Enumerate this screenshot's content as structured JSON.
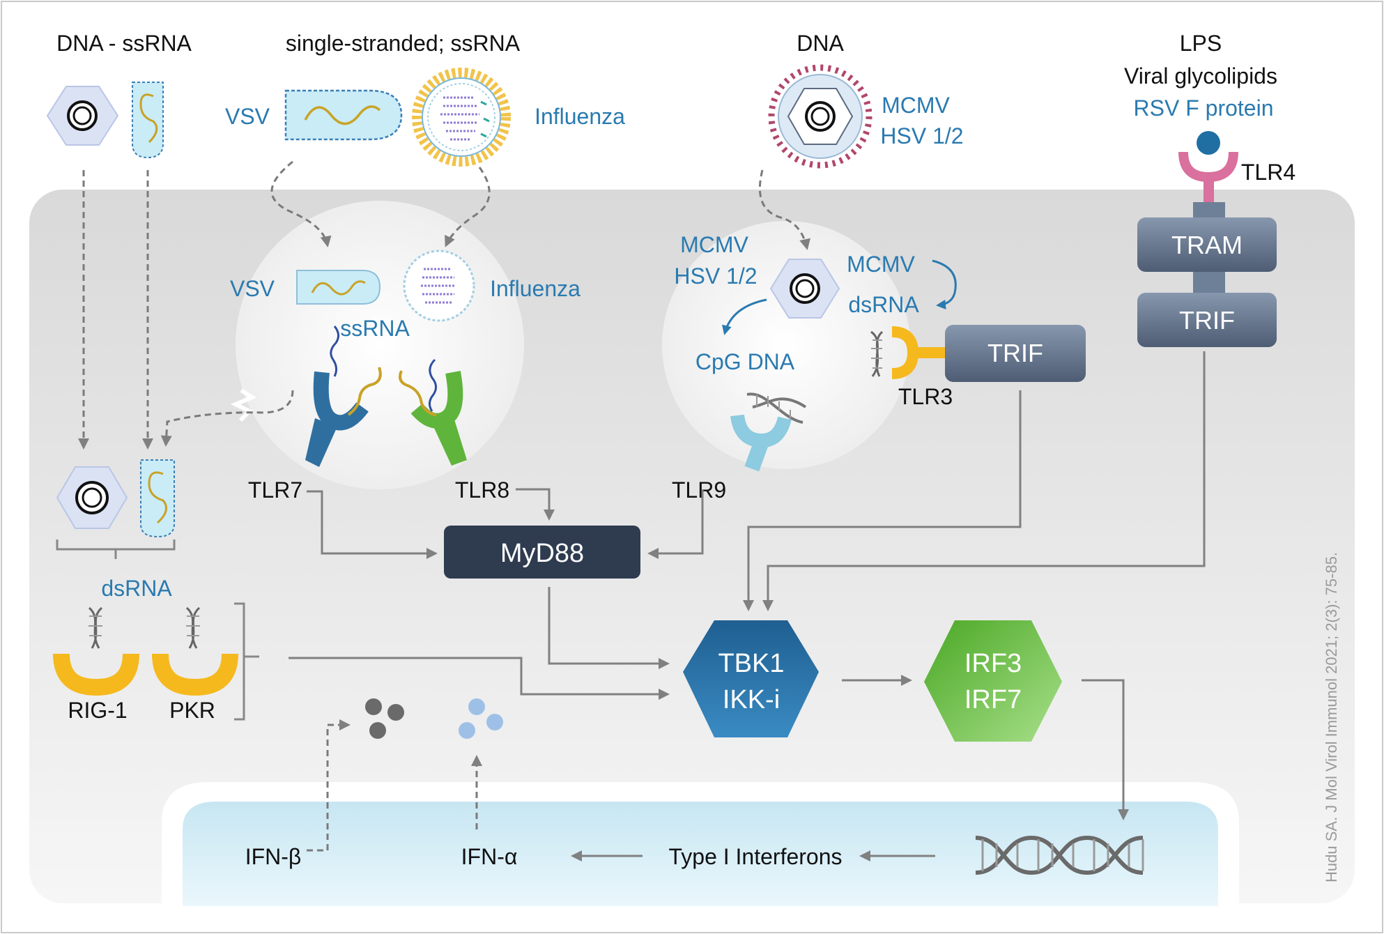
{
  "labels": {
    "dna_ssrna": "DNA - ssRNA",
    "single_stranded": "single-stranded; ssRNA",
    "dna": "DNA",
    "lps": "LPS",
    "viral_glycolipids": "Viral glycolipids",
    "rsv_f_protein": "RSV F protein",
    "tlr4": "TLR4",
    "vsv_outside": "VSV",
    "influenza_outside": "Influenza",
    "mcmv_outside": "MCMV",
    "hsv_outside": "HSV 1/2",
    "vsv_endosome": "VSV",
    "influenza_endosome": "Influenza",
    "ssrna": "ssRNA",
    "mcmv_endo_left": "MCMV",
    "hsv_endo_left": "HSV 1/2",
    "mcmv_endo_right": "MCMV",
    "dsrna_endo": "dsRNA",
    "cpg_dna": "CpG DNA",
    "tlr3": "TLR3",
    "tlr7": "TLR7",
    "tlr8": "TLR8",
    "tlr9": "TLR9",
    "dsrna_cytosol": "dsRNA",
    "rig1": "RIG-1",
    "pkr": "PKR",
    "ifn_beta": "IFN-β",
    "ifn_alpha": "IFN-α",
    "type1_ifn": "Type I Interferons",
    "citation": "Hudu SA. J Mol Virol Immunol 2021; 2(3): 75-85."
  },
  "nodes": {
    "tram": "TRAM",
    "trif_tlr4": "TRIF",
    "trif_tlr3": "TRIF",
    "myd88": "MyD88",
    "tbk1": "TBK1",
    "ikki": "IKK-i",
    "irf3": "IRF3",
    "irf7": "IRF7"
  },
  "colors": {
    "label_blue": "#2a7ab0",
    "cell_gray": "#e8e8e8",
    "nucleus_blue": "#cbe8f3",
    "dark_node": "#2f3b4f",
    "tram_trif": "#6e8098",
    "tbk1_blue": "#2c73a6",
    "irf_green": "#6cc046",
    "rig_yellow": "#f5b91e",
    "tlr7_blue": "#2f6fa0",
    "tlr8_green": "#5fb43b",
    "tlr9_lightblue": "#8ccbe0",
    "tlr4_pink": "#d9709d"
  },
  "icons": [
    "hexagon-capsid-icon",
    "rna-capsule-icon",
    "influenza-virion-icon",
    "herpes-virion-icon",
    "dna-helix-icon",
    "receptor-icon",
    "cytokine-dots-icon"
  ]
}
